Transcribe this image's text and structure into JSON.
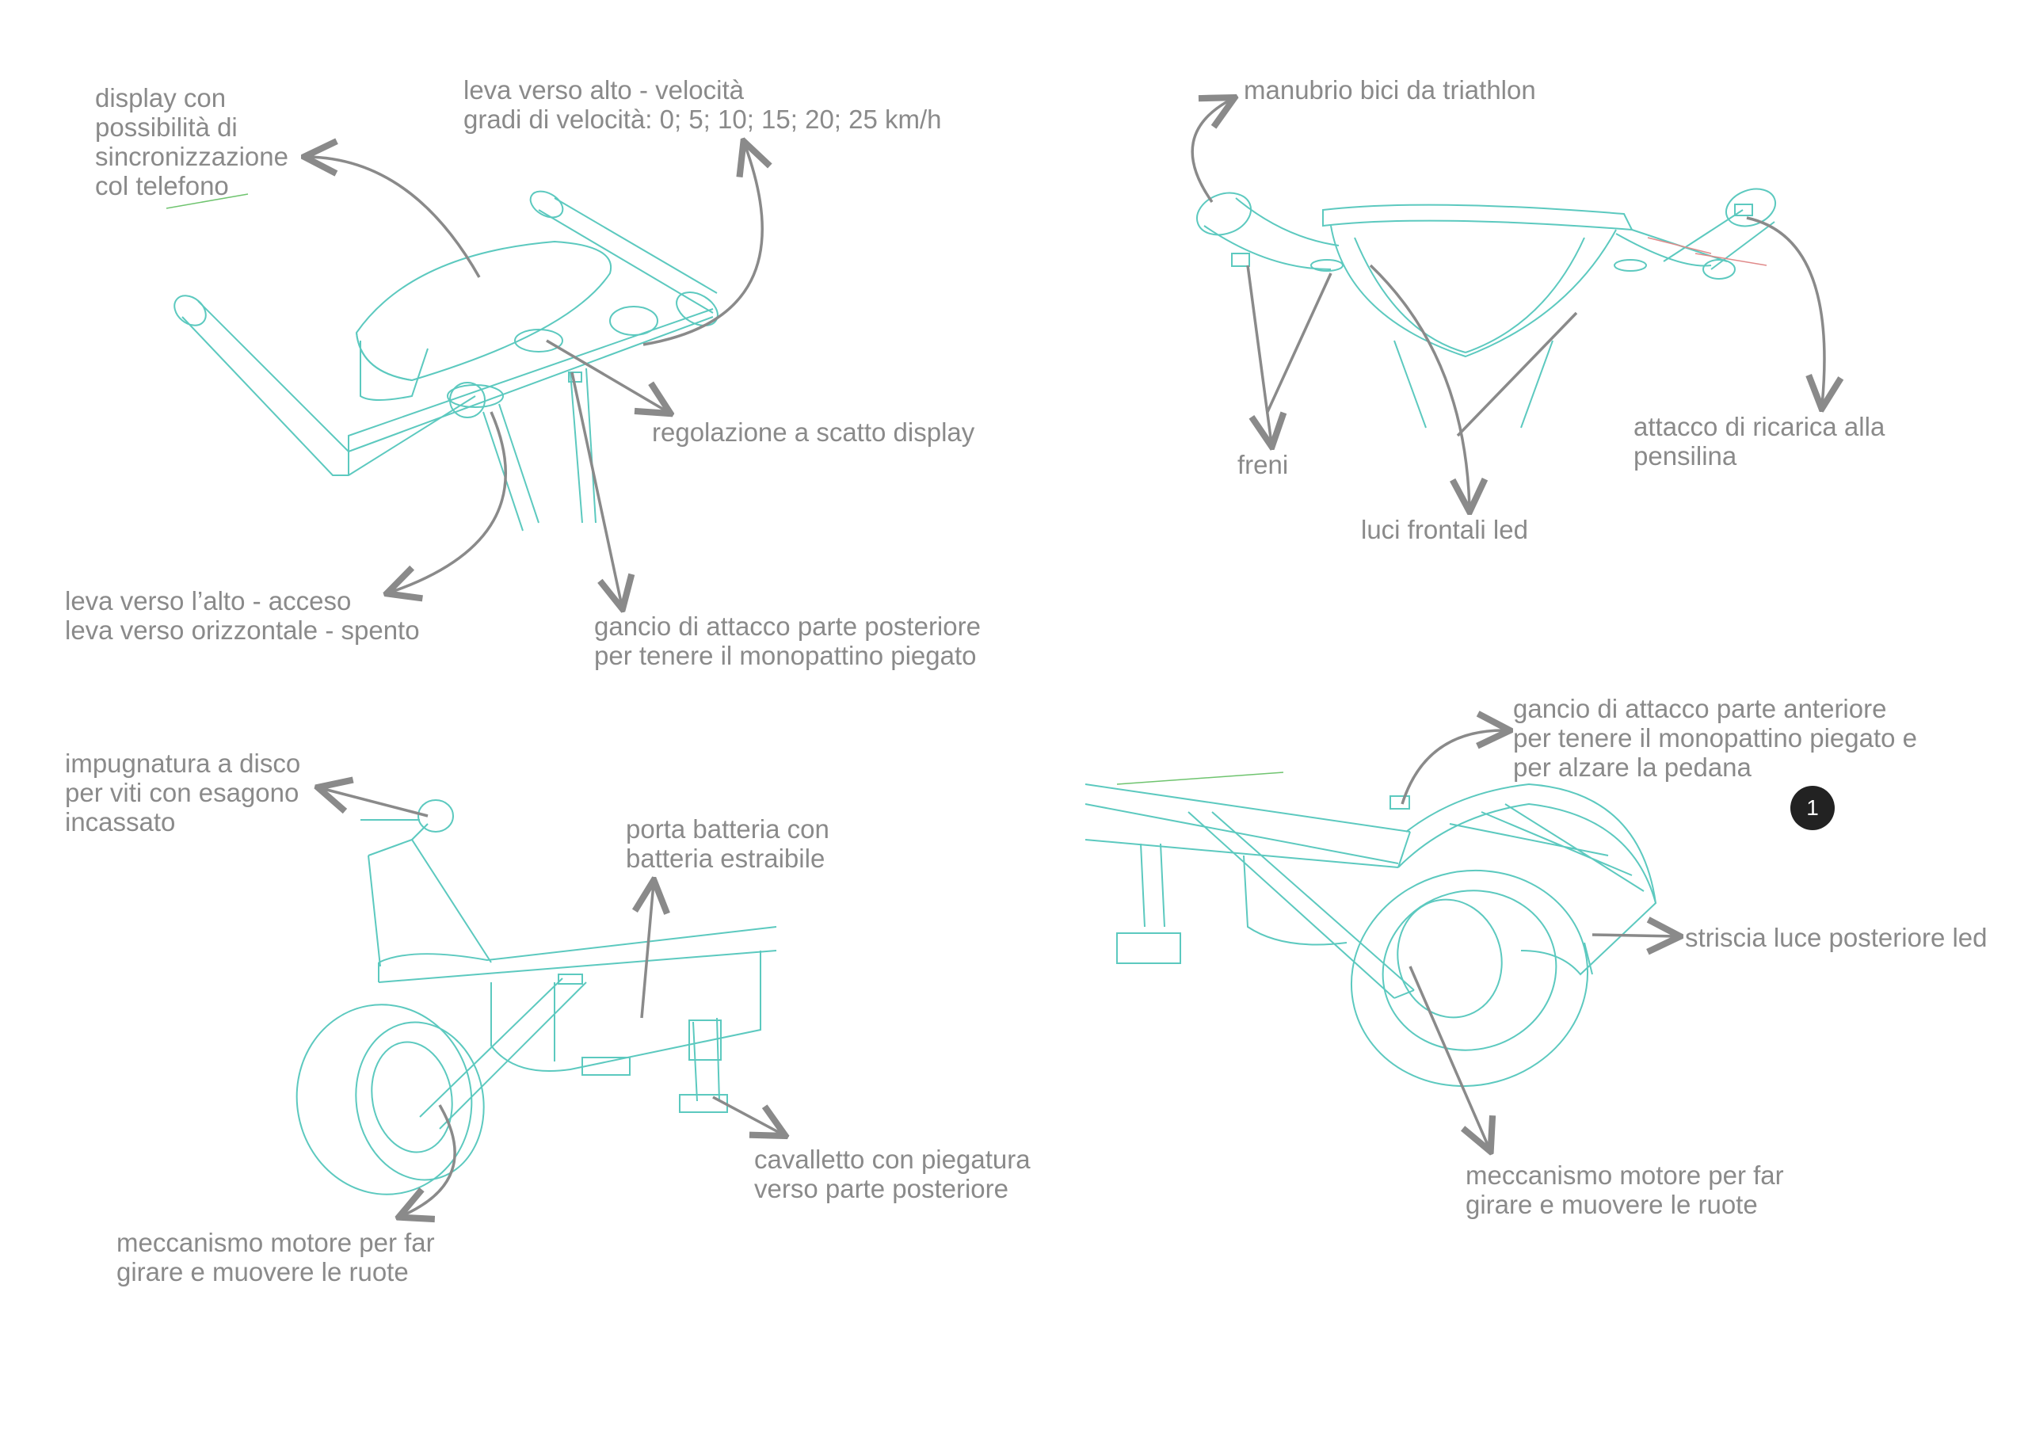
{
  "colors": {
    "sketch": "#5cc9bf",
    "arrow": "#8a8a8a",
    "label": "#8a8a8a",
    "accent_green": "#6fc46f",
    "accent_red": "#e08a8a",
    "badge_bg": "#222222"
  },
  "labels": {
    "display": [
      "display con",
      "possibilità di",
      "sincronizzazione",
      "col telefono"
    ],
    "leva_velocita": [
      "leva verso alto - velocità",
      "gradi di velocità: 0; 5; 10; 15; 20; 25 km/h"
    ],
    "regolazione": [
      "regolazione a scatto display"
    ],
    "leva_acceso": [
      "leva verso l’alto - acceso",
      "leva verso orizzontale - spento"
    ],
    "gancio_posteriore": [
      "gancio di attacco parte posteriore",
      "per tenere il monopattino piegato"
    ],
    "manubrio": [
      "manubrio bici da triathlon"
    ],
    "freni": [
      "freni"
    ],
    "luci_frontali": [
      "luci frontali led"
    ],
    "attacco_ricarica": [
      "attacco di ricarica alla",
      "pensilina"
    ],
    "impugnatura": [
      "impugnatura a disco",
      "per viti con esagono",
      "incassato"
    ],
    "porta_batteria": [
      "porta batteria con",
      "batteria estraibile"
    ],
    "cavalletto": [
      "cavalletto con piegatura",
      "verso parte posteriore"
    ],
    "meccanismo_left": [
      "meccanismo motore per far",
      "girare e muovere le ruote"
    ],
    "gancio_anteriore": [
      "gancio di attacco parte anteriore",
      "per tenere il monopattino piegato e",
      "per alzare la pedana"
    ],
    "striscia": [
      "striscia luce posteriore led"
    ],
    "meccanismo_right": [
      "meccanismo motore per far",
      "girare e muovere le ruote"
    ]
  },
  "badge": {
    "number": "1"
  }
}
